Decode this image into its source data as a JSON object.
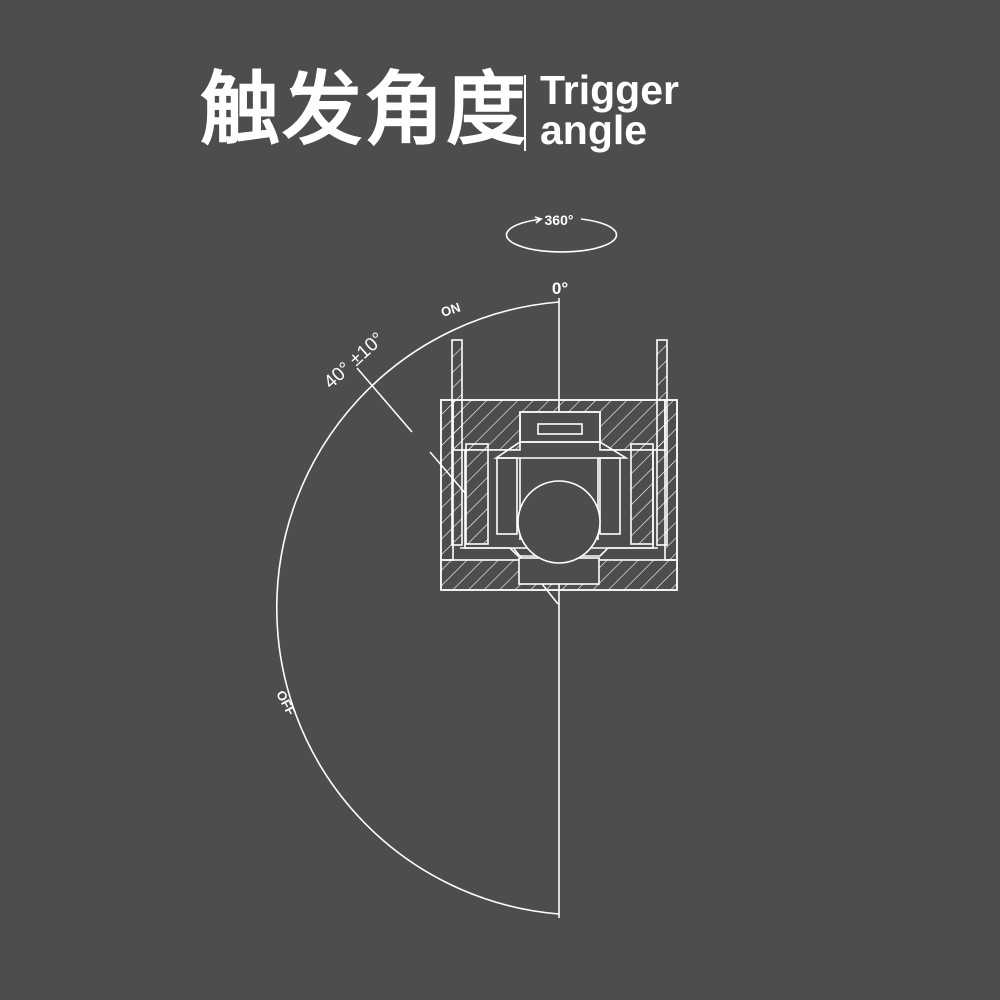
{
  "title": {
    "cn": "触发角度",
    "en_line1": "Trigger",
    "en_line2": "angle"
  },
  "diagram": {
    "rotation_label": "360°",
    "zero_label": "0°",
    "on_label": "ON",
    "off_label": "OFF",
    "trigger_label": "40° ±10°"
  },
  "colors": {
    "background": "#4d4d4d",
    "line": "#ffffff"
  }
}
